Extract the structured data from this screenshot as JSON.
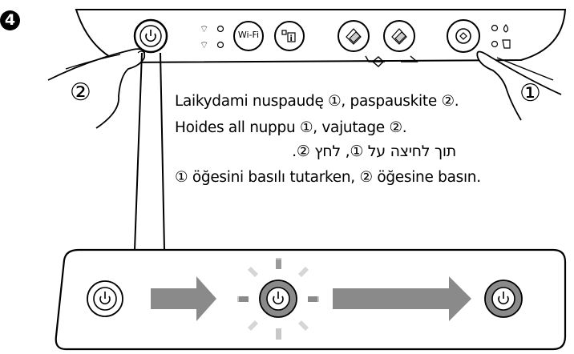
{
  "step_number": "4",
  "panel": {
    "wifi_button_label": "Wi-Fi"
  },
  "hands": {
    "left_label": "②",
    "right_label": "①"
  },
  "instructions": [
    {
      "lang": "lt",
      "text": "Laikydami nuspaudę ①, paspauskite ②."
    },
    {
      "lang": "et",
      "text": "Hoides all nuppu ①, vajutage ②."
    },
    {
      "lang": "he",
      "text": "תוך לחיצה על ①, לחץ ②."
    },
    {
      "lang": "tr",
      "text": "① öğesini basılı tutarken, ② öğesine basın."
    }
  ],
  "sequence": {
    "states": [
      "off",
      "flashing",
      "on"
    ]
  }
}
